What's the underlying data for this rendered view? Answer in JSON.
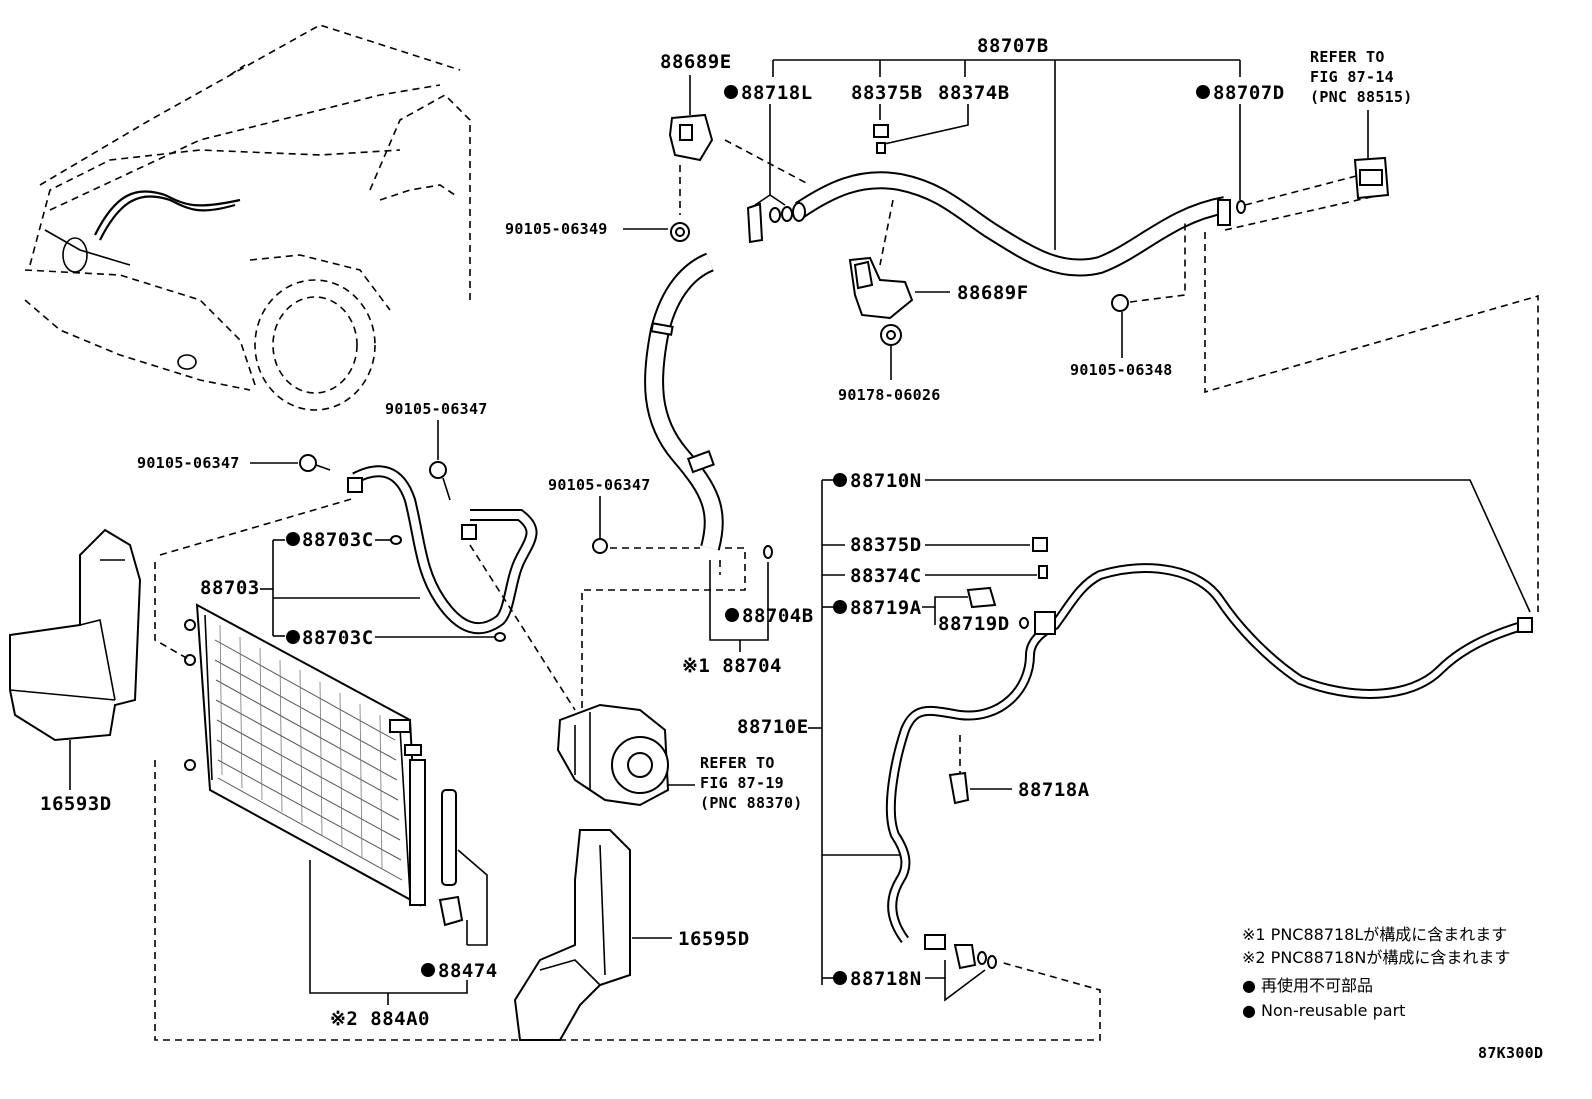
{
  "labels": {
    "p88707B": "88707B",
    "p88689E": "88689E",
    "p88718L": "88718L",
    "p88375B": "88375B",
    "p88374B": "88374B",
    "p88707D": "88707D",
    "refer1_l1": "REFER TO",
    "refer1_l2": "FIG 87-14",
    "refer1_l3": "(PNC 88515)",
    "p90105_06349": "90105-06349",
    "p88689F": "88689F",
    "p90105_06348": "90105-06348",
    "p90178_06026": "90178-06026",
    "p90105_06347_a": "90105-06347",
    "p90105_06347_b": "90105-06347",
    "p90105_06347_c": "90105-06347",
    "p88703C_a": "88703C",
    "p88703": "88703",
    "p88703C_b": "88703C",
    "p88704B": "88704B",
    "p88704": "※1 88704",
    "refer2_l1": "REFER TO",
    "refer2_l2": "FIG 87-19",
    "refer2_l3": "(PNC 88370)",
    "p88710N": "88710N",
    "p88375D": "88375D",
    "p88374C": "88374C",
    "p88719A": "88719A",
    "p88719D": "88719D",
    "p88710E": "88710E",
    "p88718A": "88718A",
    "p88718N": "88718N",
    "p16593D": "16593D",
    "p16595D": "16595D",
    "p88474": "88474",
    "p884A0": "※2 884A0"
  },
  "notes": {
    "note1": "※1 PNC88718Lが構成に含まれます",
    "note2": "※2 PNC88718Nが構成に含まれます",
    "legend_jp": "● 再使用不可部品",
    "legend_en": "● Non-reusable part"
  },
  "figure_code": "87K300D"
}
